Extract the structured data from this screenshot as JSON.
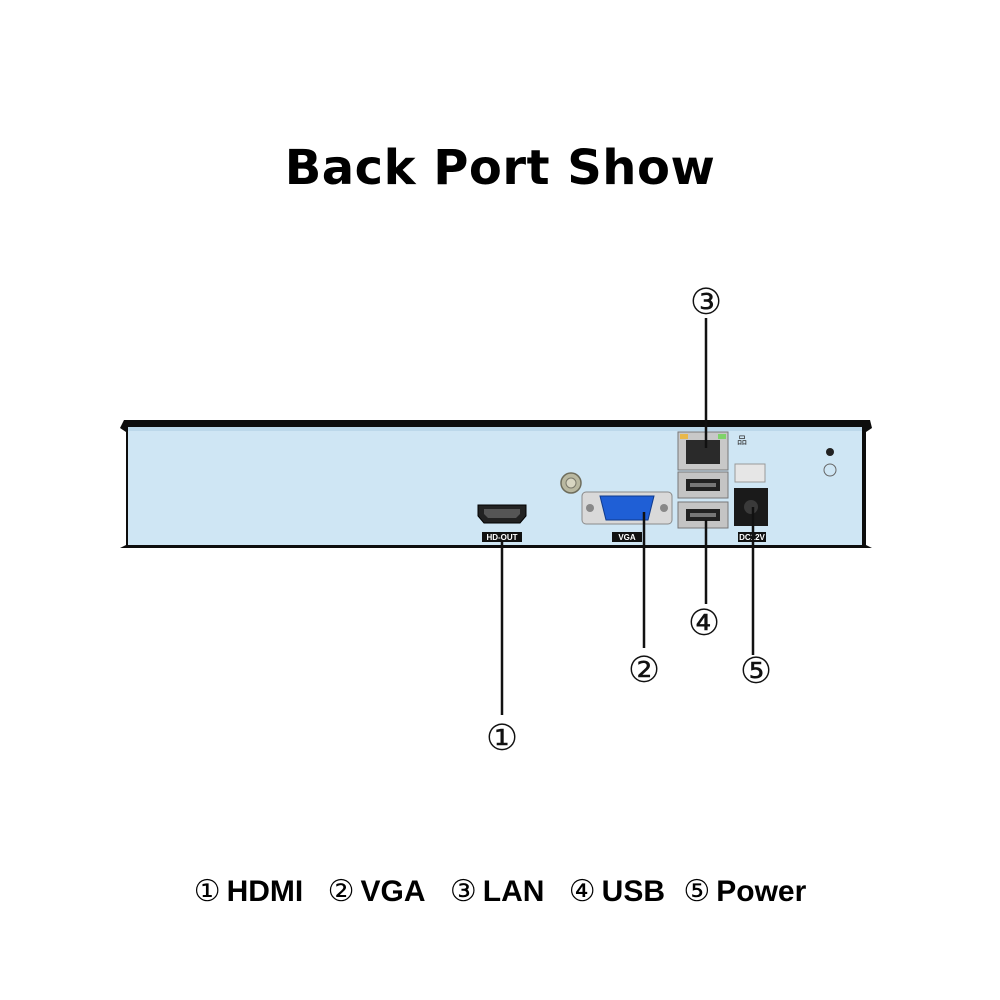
{
  "title": "Back Port Show",
  "ports": [
    {
      "number": "①",
      "name": "HDMI",
      "panel_label": "HD-OUT"
    },
    {
      "number": "②",
      "name": "VGA",
      "panel_label": "VGA"
    },
    {
      "number": "③",
      "name": "LAN",
      "panel_label": ""
    },
    {
      "number": "④",
      "name": "USB",
      "panel_label": ""
    },
    {
      "number": "⑤",
      "name": "Power",
      "panel_label": "DC12V"
    }
  ],
  "colors": {
    "panel": "#cfe6f4",
    "frame": "#111111",
    "vga": "#1f5fd6"
  }
}
